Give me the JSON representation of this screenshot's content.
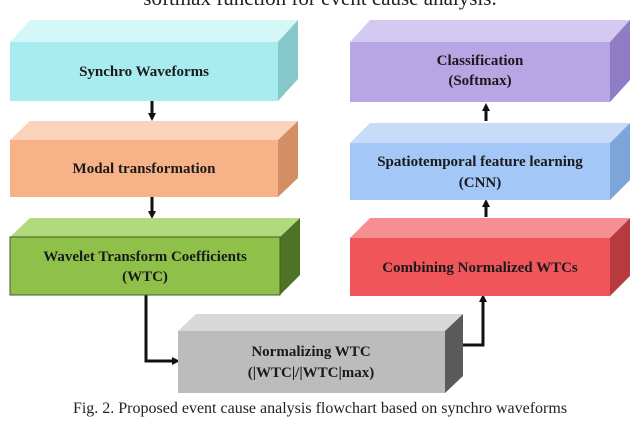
{
  "header_text": "softmax function for event cause analysis.",
  "caption": "Fig.  2. Proposed event cause analysis flowchart based on synchro waveforms",
  "boxes": {
    "synchro": {
      "line1": "Synchro Waveforms",
      "front": "#a8ecef",
      "top": "#d4f7f8",
      "side": "#86c7cb"
    },
    "modal": {
      "line1": "Modal transformation",
      "front": "#f7b287",
      "top": "#fbd3ba",
      "side": "#d38e65"
    },
    "wtc": {
      "line1": "Wavelet Transform Coefficients",
      "line2": "(WTC)",
      "front": "#8fc14a",
      "top": "#b2d97c",
      "side": "#4e7226"
    },
    "normalizing": {
      "line1": "Normalizing WTC",
      "line2": "(|WTC|/|WTC|max)",
      "front": "#bcbcbc",
      "top": "#d8d8d8",
      "side": "#5a5a5a"
    },
    "combining": {
      "line1": "Combining Normalized WTCs",
      "front": "#f0555a",
      "top": "#f58f92",
      "side": "#b73a3f"
    },
    "cnn": {
      "line1": "Spatiotemporal feature learning",
      "line2": "(CNN)",
      "front": "#a3c7f7",
      "top": "#c8dcfa",
      "side": "#7ea5d9"
    },
    "classification": {
      "line1": "Classification",
      "line2": "(Softmax)",
      "front": "#b7a5e4",
      "top": "#d4c9f0",
      "side": "#8e7cc4"
    }
  }
}
